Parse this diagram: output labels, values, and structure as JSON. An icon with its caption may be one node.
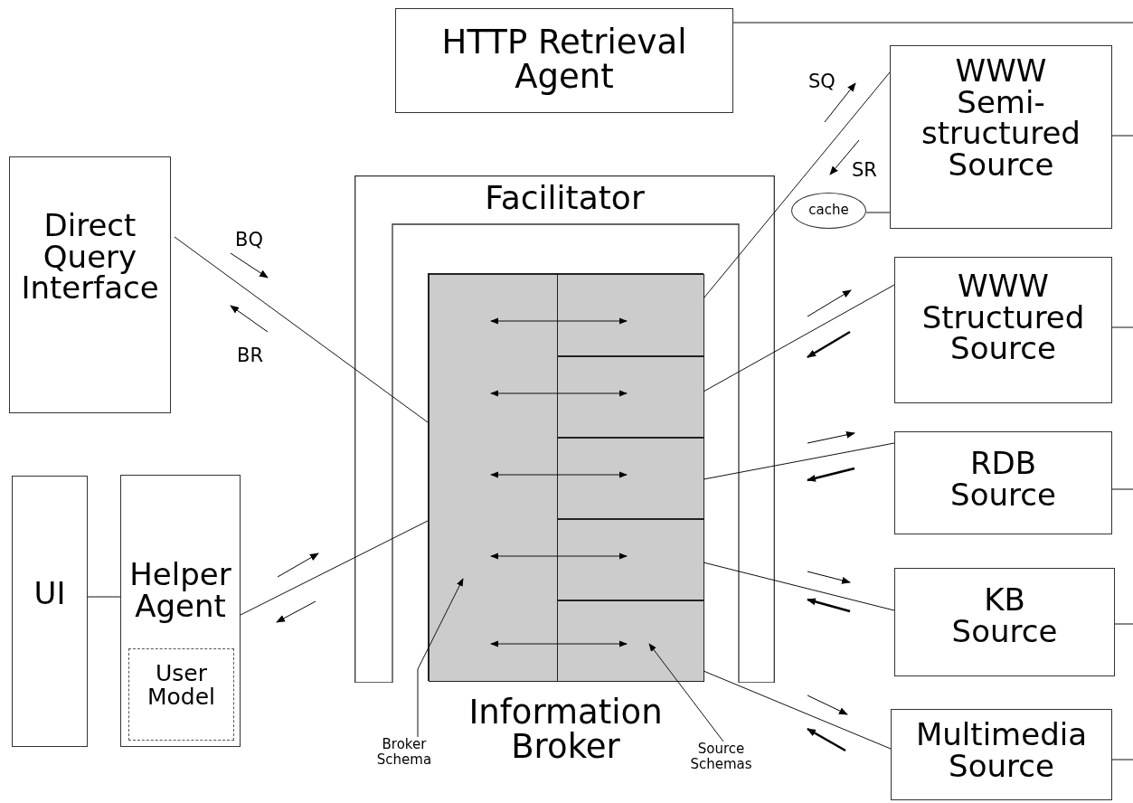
{
  "diagram": {
    "nodes": [
      {
        "text": [
          "HTTP Retrieval Agent"
        ]
      },
      {
        "text": [
          "WWW Semi-structured Source"
        ]
      },
      {
        "text": [
          "cache"
        ]
      },
      {
        "text": [
          "Facilitator"
        ]
      },
      {
        "text": [
          "Direct Query Interface"
        ]
      },
      {
        "text": [
          "WWW Structured Source"
        ]
      },
      {
        "text": [
          "Information Broker"
        ],
        "in": 3
      },
      {
        "text": [],
        "shape": "box",
        "in": 6
      },
      {
        "text": [],
        "shape": "box",
        "in": 6
      },
      {
        "text": [],
        "shape": "box",
        "in": 6
      },
      {
        "text": [],
        "shape": "box",
        "in": 6
      },
      {
        "text": [],
        "shape": "box",
        "in": 6
      },
      {
        "text": [],
        "shape": "box",
        "in": 6
      },
      {
        "text": [
          "RDB Source"
        ]
      },
      {
        "text": [
          "UI"
        ]
      },
      {
        "text": [
          "Helper Agent"
        ]
      },
      {
        "text": [
          "User Model"
        ],
        "in": 15
      },
      {
        "text": [
          "KB Source"
        ]
      },
      {
        "text": [
          "Broker Schema"
        ]
      },
      {
        "text": [
          "Source Schemas"
        ]
      },
      {
        "text": [
          "Multimedia Source"
        ]
      }
    ],
    "edges": [
      {
        "from": 4,
        "to": 7,
        "arrow": "none"
      },
      {
        "from": 15,
        "to": 7,
        "arrow": "none"
      },
      {
        "from": 14,
        "to": 15,
        "arrow": "none"
      },
      {
        "from": 2,
        "to": 1,
        "arrow": "none"
      },
      {
        "from": 1,
        "to": 8,
        "arrow": "none"
      },
      {
        "from": 5,
        "to": 9,
        "arrow": "none"
      },
      {
        "from": 13,
        "to": 10,
        "arrow": "none"
      },
      {
        "from": 17,
        "to": 11,
        "arrow": "none"
      },
      {
        "from": 20,
        "to": 12,
        "arrow": "none"
      },
      {
        "from": 7,
        "to": 8,
        "arrow": "both"
      },
      {
        "from": 7,
        "to": 9,
        "arrow": "both"
      },
      {
        "from": 7,
        "to": 10,
        "arrow": "both"
      },
      {
        "from": 7,
        "to": 11,
        "arrow": "both"
      },
      {
        "from": 7,
        "to": 12,
        "arrow": "both"
      },
      {
        "from": 0,
        "to": null,
        "arrow": "none"
      },
      {
        "from": 1,
        "to": null,
        "arrow": "none"
      },
      {
        "from": 5,
        "to": null,
        "arrow": "none"
      },
      {
        "from": 13,
        "to": null,
        "arrow": "none"
      },
      {
        "from": 17,
        "to": null,
        "arrow": "none"
      },
      {
        "from": 20,
        "to": null,
        "arrow": "none"
      },
      {
        "from": 18,
        "to": 7,
        "arrow": "to"
      },
      {
        "from": 19,
        "to": 12,
        "arrow": "to"
      }
    ],
    "labels": [
      "SQ",
      "SR",
      "BQ",
      "BR"
    ]
  }
}
